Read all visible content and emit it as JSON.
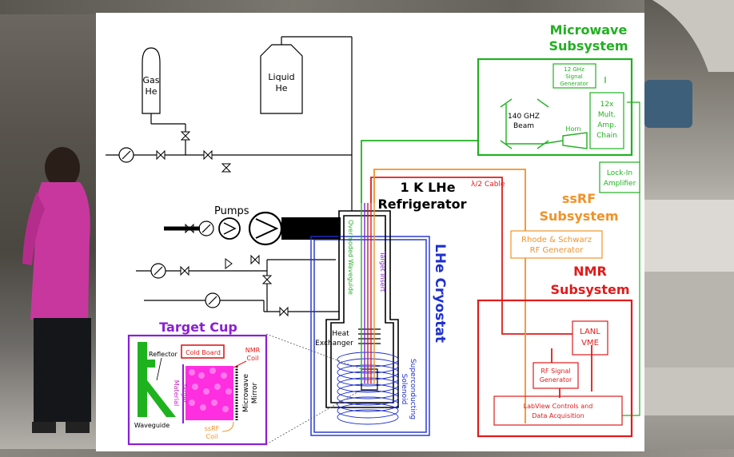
{
  "subsystems": {
    "microwave": {
      "title_line1": "Microwave",
      "title_line2": "Subsystem",
      "color": "#22b022"
    },
    "ssrf": {
      "title_line1": "ssRF",
      "title_line2": "Subsystem",
      "color": "#f0922a"
    },
    "nmr": {
      "title_line1": "NMR",
      "title_line2": "Subsystem",
      "color": "#e01b1b"
    },
    "cryostat": {
      "title": "LHe Cryostat",
      "color": "#1d2fd0"
    },
    "target_cup": {
      "title": "Target Cup",
      "color": "#8a1fd6"
    }
  },
  "labels": {
    "gas_he_1": "Gas",
    "gas_he_2": "He",
    "liquid_he_1": "Liquid",
    "liquid_he_2": "He",
    "pumps": "Pumps",
    "refrigerator_1": "1 K LHe",
    "refrigerator_2": "Refrigerator",
    "heat_exchanger_1": "Heat",
    "heat_exchanger_2": "Exchanger",
    "solenoid_1": "Superconducting",
    "solenoid_2": "Solenoid",
    "overmoded_waveguide": "Overmoded Waveguide",
    "target_insert": "Target Insert",
    "half_wave_cable": "λ/2 Cable",
    "signal_gen_1": "12 GHz",
    "signal_gen_2": "Signal",
    "signal_gen_3": "Generator",
    "beam_1": "140 GHZ",
    "beam_2": "Beam",
    "horn": "Horn",
    "mult_1": "12x",
    "mult_2": "Mult.",
    "mult_3": "Amp.",
    "mult_4": "Chain",
    "lockin_1": "Lock-In",
    "lockin_2": "Amplifier",
    "rhode_1": "Rhode & Schwarz",
    "rhode_2": "RF Generator",
    "lanl_1": "LANL",
    "lanl_2": "VME",
    "rf_sig_1": "RF Signal",
    "rf_sig_2": "Generator",
    "labview_1": "LabView Controls and",
    "labview_2": "Data Acquisition",
    "reflector": "Reflector",
    "cold_board": "Cold Board",
    "nmr_coil_1": "NMR",
    "nmr_coil_2": "Coil",
    "target_material_1": "Target",
    "target_material_2": "Material",
    "microwave_mirror_1": "Microwave",
    "microwave_mirror_2": "Mirror",
    "waveguide": "Waveguide",
    "ssrf_coil_1": "ssRF",
    "ssrf_coil_2": "Coil"
  }
}
